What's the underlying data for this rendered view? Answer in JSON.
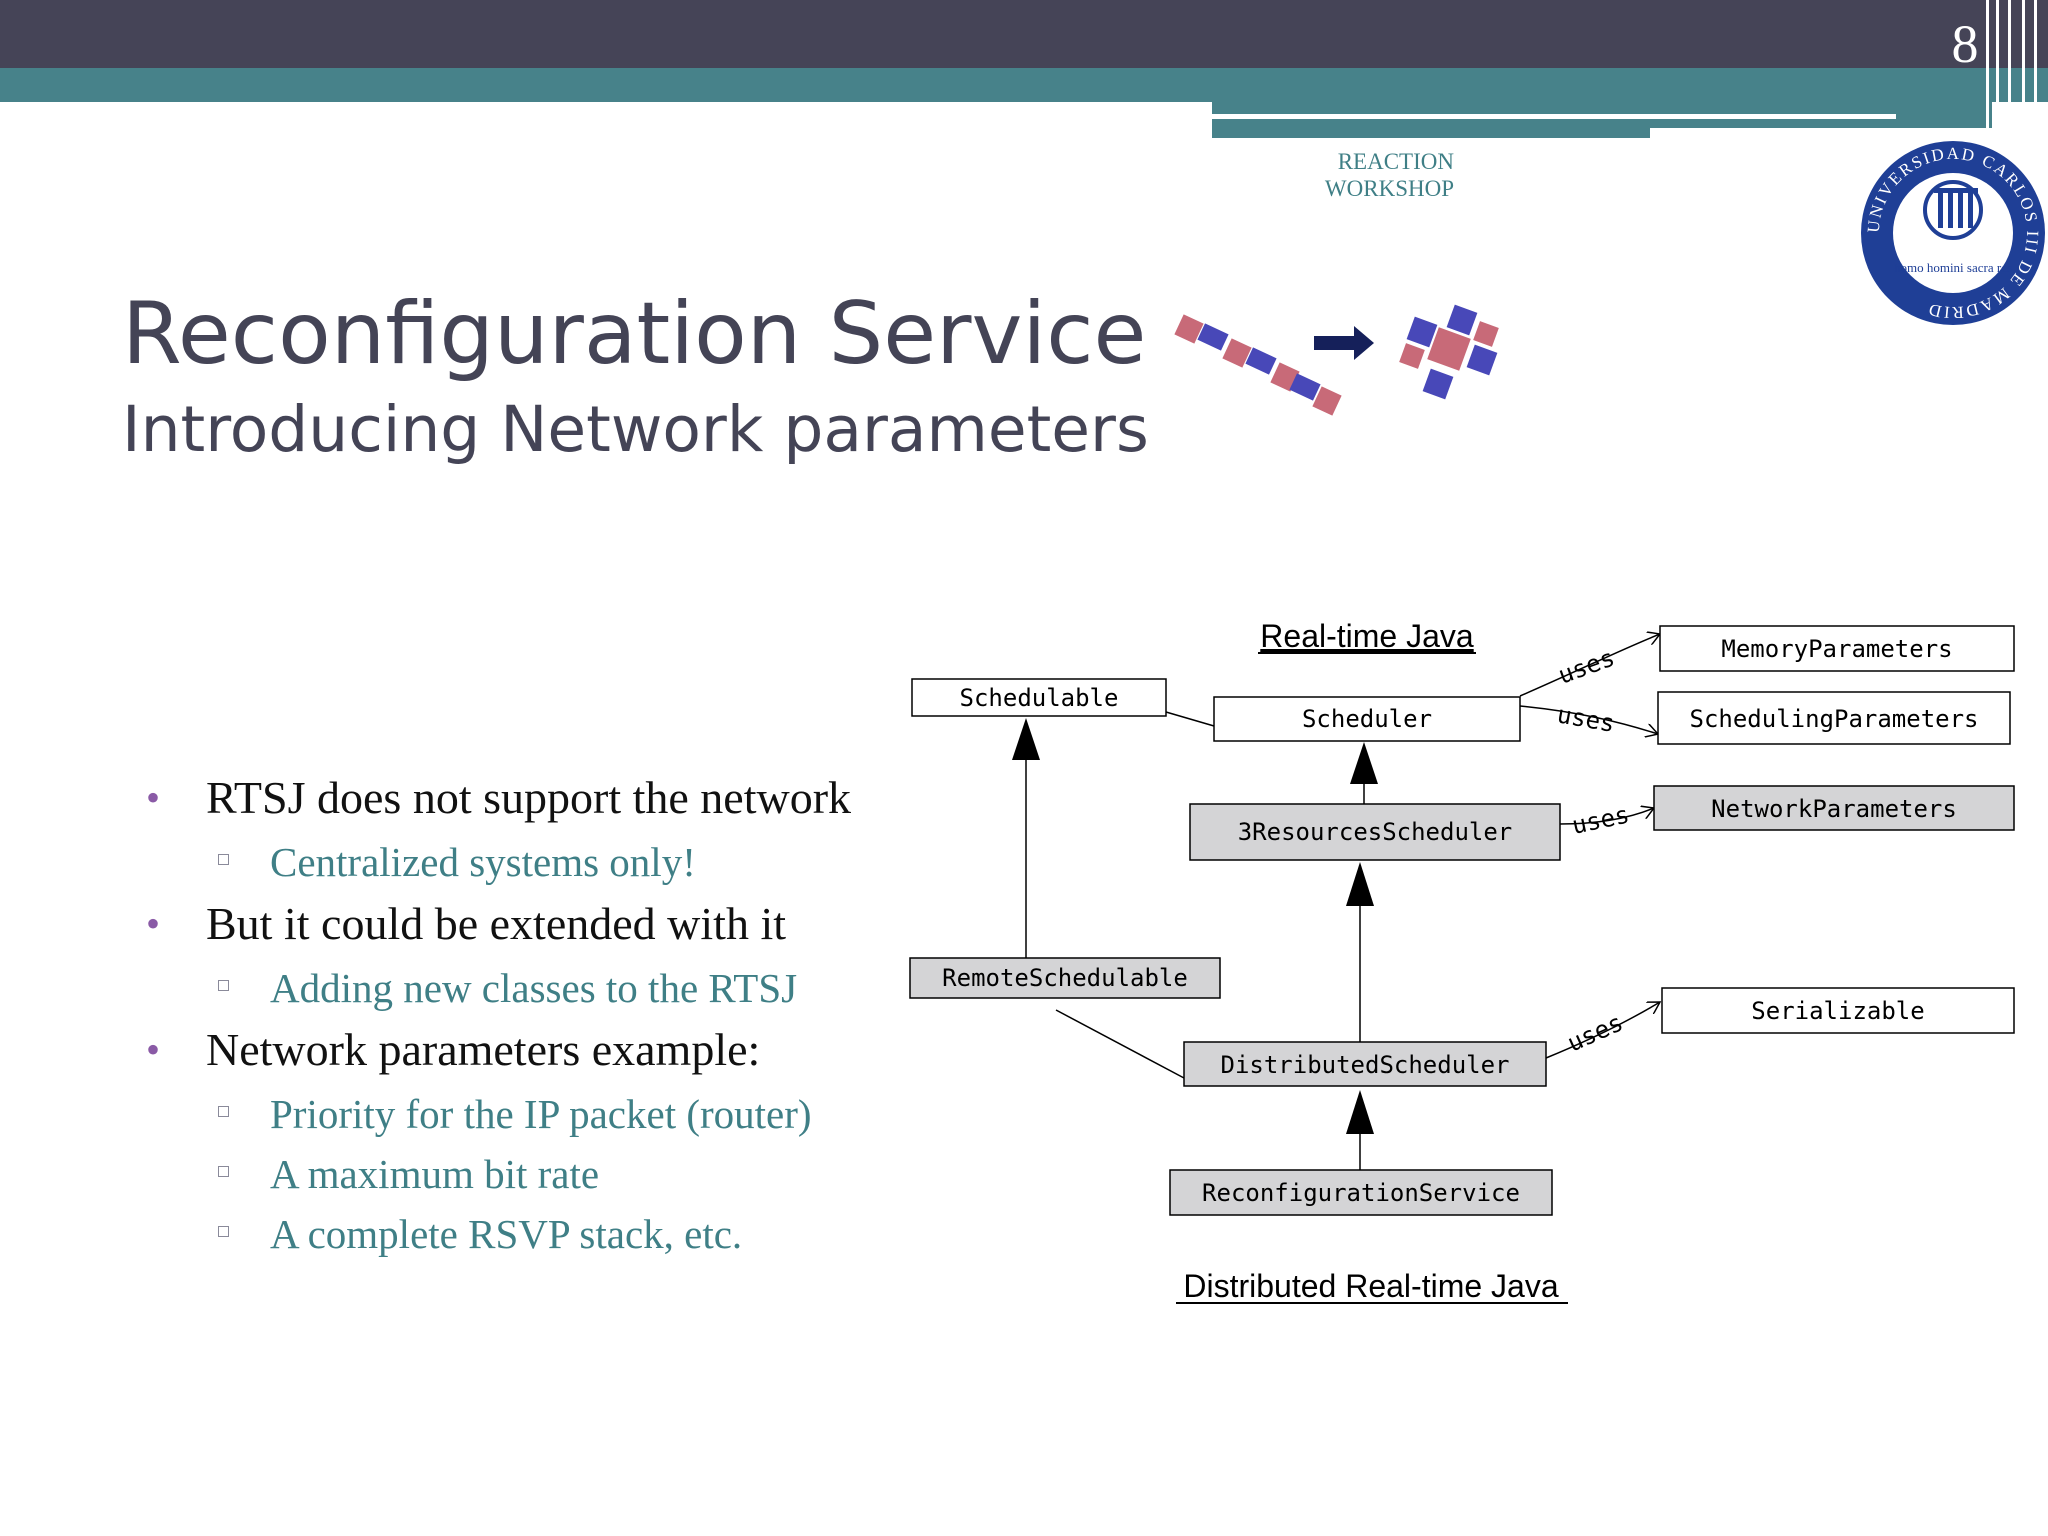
{
  "header": {
    "slide_number": "8",
    "workshop_line1": "REACTION",
    "workshop_line2": "WORKSHOP",
    "seal_text_top": "UNIVERSIDAD CARLOS III DE MADRID",
    "seal_motto": "homo homini sacra res"
  },
  "slide": {
    "title": "Reconfiguration Service",
    "subtitle": "Introducing Network parameters"
  },
  "bullets": [
    {
      "text": "RTSJ does not support the network",
      "subs": [
        "Centralized systems only!"
      ]
    },
    {
      "text": "But it could be extended with it",
      "subs": [
        "Adding new classes to the RTSJ"
      ]
    },
    {
      "text": "Network parameters example:",
      "subs": [
        "Priority for the IP packet (router)",
        "A maximum bit rate",
        "A complete RSVP stack, etc."
      ]
    }
  ],
  "diagram": {
    "label_top": "Real-time Java",
    "label_bottom": "Distributed  Real-time Java",
    "boxes": {
      "schedulable": "Schedulable",
      "scheduler": "Scheduler",
      "memory": "MemoryParameters",
      "scheduling": "SchedulingParameters",
      "three_resources": "3ResourcesScheduler",
      "network": "NetworkParameters",
      "remote": "RemoteSchedulable",
      "distributed": "DistributedScheduler",
      "serializable": "Serializable",
      "reconfiguration": "ReconfigurationService"
    },
    "uses_label": "uses"
  },
  "colors": {
    "top_bar": "#454457",
    "teal_bar": "#47828a",
    "accent_teal": "#3f7f86",
    "bullet_purple": "#8a5aa6",
    "title_gray": "#444456",
    "seal_blue": "#1f3f96"
  }
}
